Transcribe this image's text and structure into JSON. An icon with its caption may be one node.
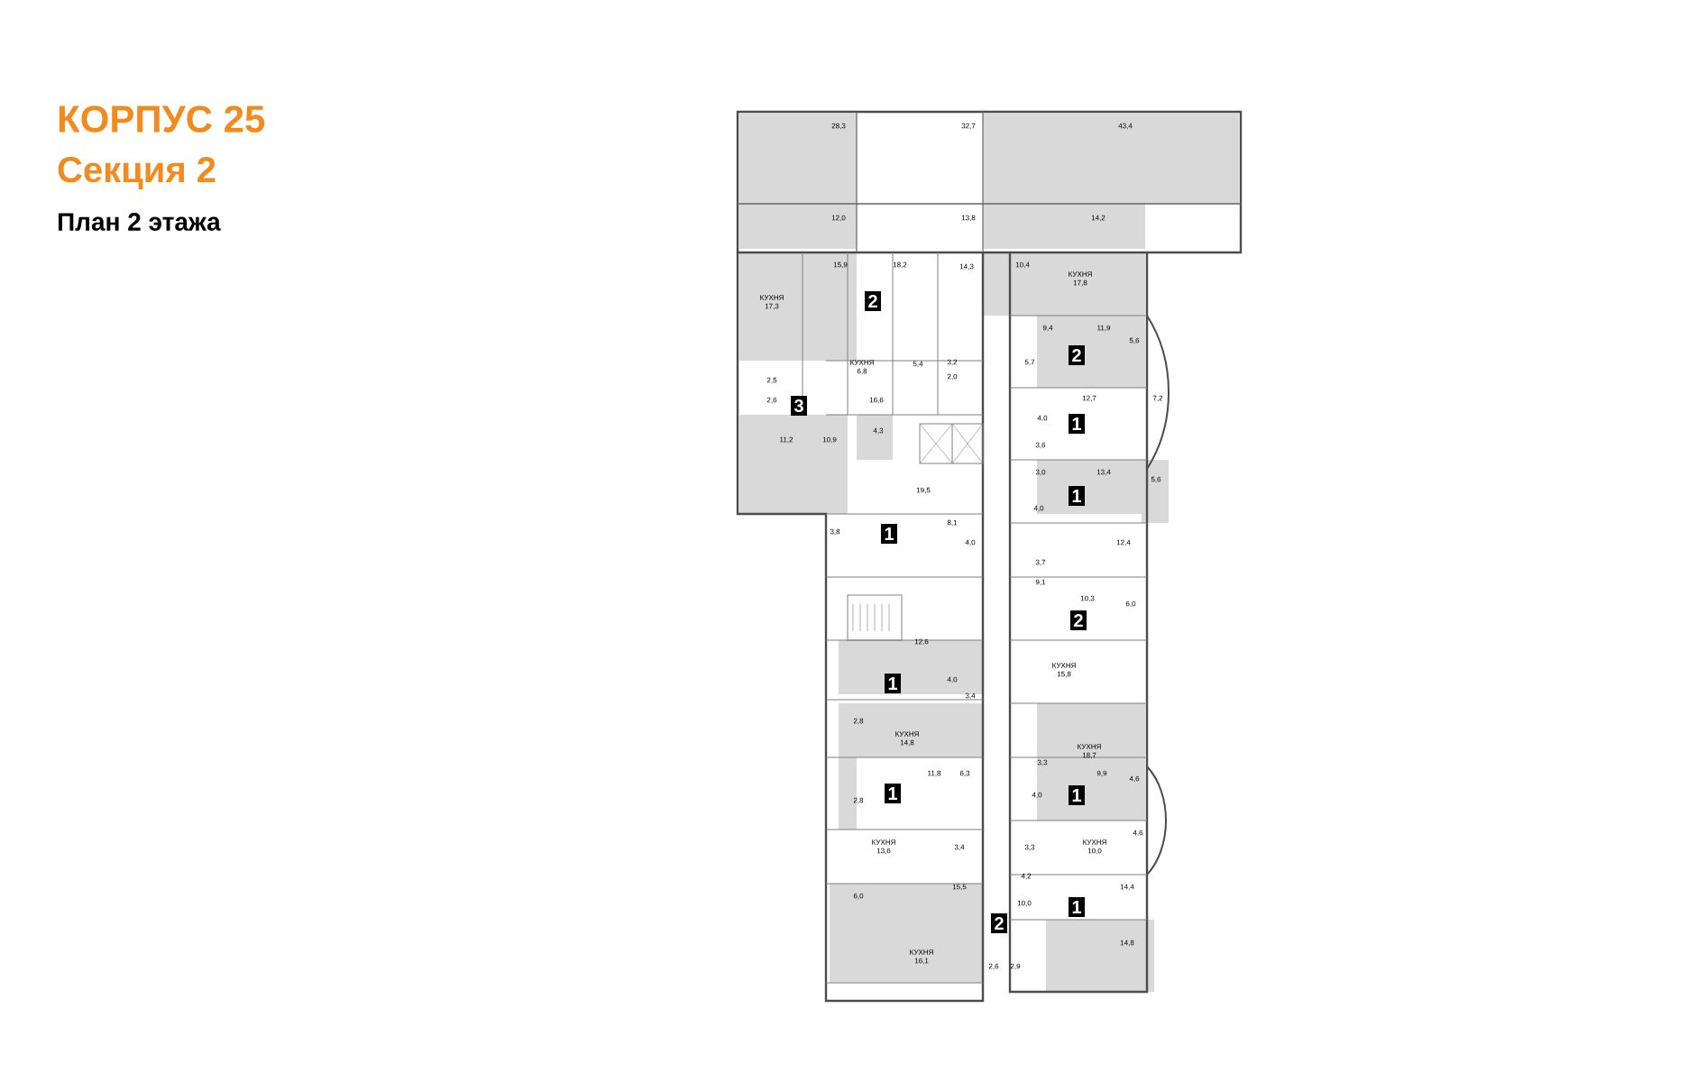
{
  "diagram": {
    "title": "КОРПУС 25",
    "nodes": [
      {
        "text": [
          "2"
        ]
      },
      {
        "text": [
          "2"
        ]
      },
      {
        "text": [
          "3"
        ]
      },
      {
        "text": [
          "1"
        ]
      },
      {
        "text": [
          "1"
        ]
      },
      {
        "text": [
          "1"
        ]
      },
      {
        "text": [
          "2"
        ]
      },
      {
        "text": [
          "1"
        ]
      },
      {
        "text": [
          "1"
        ]
      },
      {
        "text": [
          "1"
        ]
      },
      {
        "text": [
          "1"
        ]
      },
      {
        "text": [
          "2"
        ]
      }
    ],
    "labels": [
      "Секция 2",
      "План 2 этажа",
      "28,3",
      "32,7",
      "43,4",
      "12,0",
      "13,8",
      "14,2",
      "15,9",
      "18,2",
      "14,3",
      "10,4",
      "КУХНЯ",
      "17,8",
      "КУХНЯ",
      "17,3",
      "9,4",
      "11,9",
      "5,6",
      "КУХНЯ",
      "5,4",
      "3,2",
      "5,7",
      "6,8",
      "2,0",
      "2,5",
      "2,6",
      "16,6",
      "12,7",
      "7,2",
      "4,0",
      "4,3",
      "11,2",
      "10,9",
      "3,6",
      "3,0",
      "13,4",
      "5,6",
      "19,5",
      "4,0",
      "8,1",
      "3,8",
      "4,0",
      "12,4",
      "3,7",
      "9,1",
      "10,3",
      "6,0",
      "12,6",
      "КУХНЯ",
      "15,8",
      "4,0",
      "3,4",
      "2,8",
      "КУХНЯ",
      "14,8",
      "КУХНЯ",
      "18,7",
      "3,3",
      "11,8",
      "6,3",
      "9,9",
      "4,6",
      "4,0",
      "2,8",
      "4,6",
      "КУХНЯ",
      "13,6",
      "КУХНЯ",
      "10,0",
      "3,4",
      "3,3",
      "4,2",
      "15,5",
      "14,4",
      "6,0",
      "10,0",
      "14,8",
      "КУХНЯ",
      "16,1",
      "2,6",
      "2,9"
    ]
  }
}
